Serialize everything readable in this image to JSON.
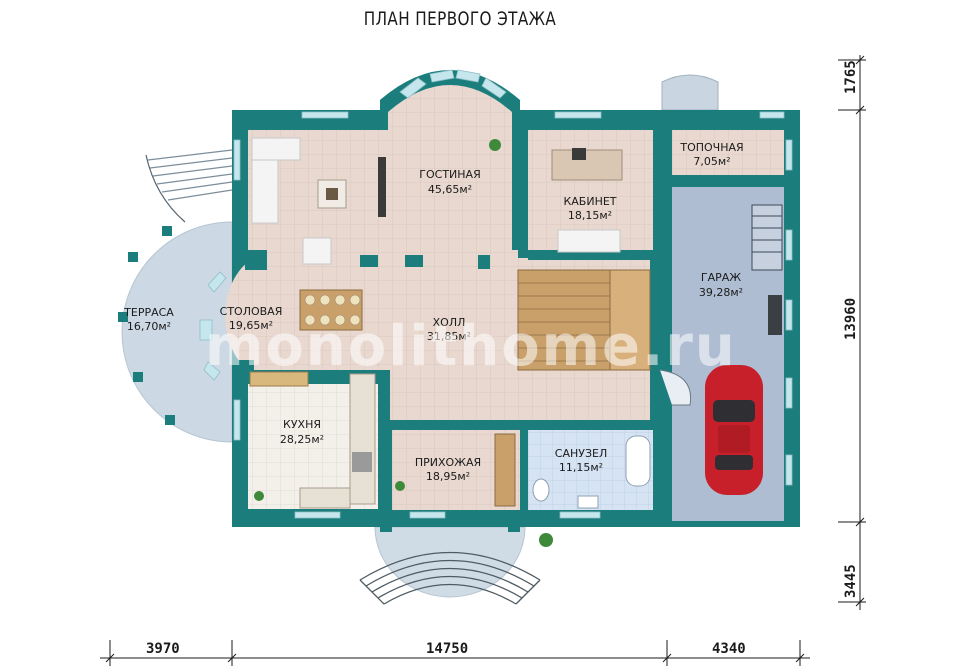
{
  "title": "ПЛАН ПЕРВОГО ЭТАЖА",
  "watermark": "monolithome.ru",
  "colors": {
    "wall": "#1b7d7c",
    "wall_dark": "#115a59",
    "floor_main": "#e7d6cd",
    "floor_bath": "#d4e2f2",
    "floor_garage": "#aebdd2",
    "floor_kitchen": "#f1eee7",
    "terrace": "#c9d6e1",
    "stairs": "#c9a06a",
    "window": "#bfe3ea",
    "car": "#c8202a"
  },
  "rooms": [
    {
      "key": "living",
      "name": "ГОСТИНАЯ",
      "area": "45,65м²"
    },
    {
      "key": "study",
      "name": "КАБИНЕТ",
      "area": "18,15м²"
    },
    {
      "key": "boiler",
      "name": "ТОПОЧНАЯ",
      "area": "7,05м²"
    },
    {
      "key": "garage",
      "name": "ГАРАЖ",
      "area": "39,28м²"
    },
    {
      "key": "terrace",
      "name": "ТЕРРАСА",
      "area": "16,70м²"
    },
    {
      "key": "dining",
      "name": "СТОЛОВАЯ",
      "area": "19,65м²"
    },
    {
      "key": "hall",
      "name": "ХОЛЛ",
      "area": "31,85м²"
    },
    {
      "key": "kitchen",
      "name": "КУХНЯ",
      "area": "28,25м²"
    },
    {
      "key": "entrance",
      "name": "ПРИХОЖАЯ",
      "area": "18,95м²"
    },
    {
      "key": "bathroom",
      "name": "САНУЗЕЛ",
      "area": "11,15м²"
    }
  ],
  "dimensions": {
    "bottom": [
      "3970",
      "14750",
      "4340"
    ],
    "right": [
      "1765",
      "13960",
      "3445"
    ]
  }
}
